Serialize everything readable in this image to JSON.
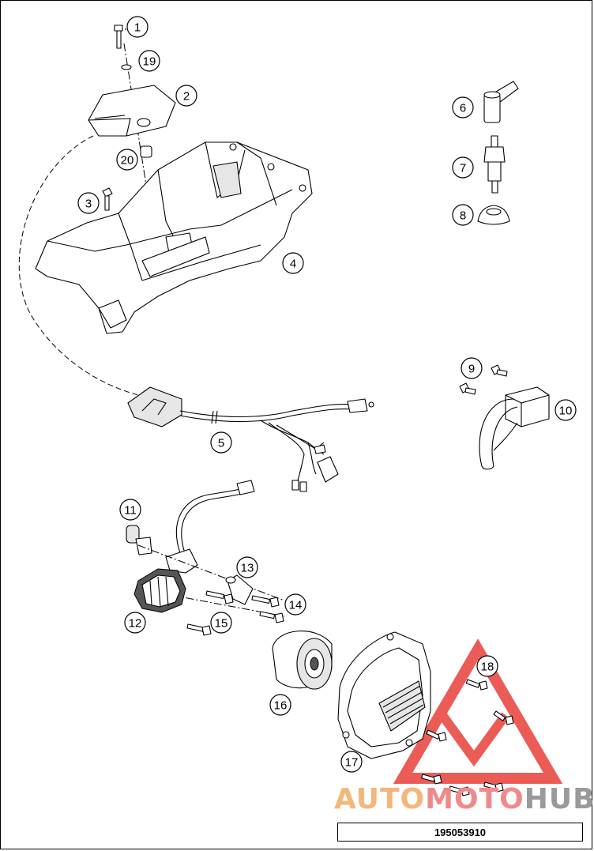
{
  "diagram": {
    "callouts": [
      {
        "id": "c1",
        "label": "1"
      },
      {
        "id": "c2",
        "label": "2"
      },
      {
        "id": "c3",
        "label": "3"
      },
      {
        "id": "c4",
        "label": "4"
      },
      {
        "id": "c5",
        "label": "5"
      },
      {
        "id": "c6",
        "label": "6"
      },
      {
        "id": "c7",
        "label": "7"
      },
      {
        "id": "c8",
        "label": "8"
      },
      {
        "id": "c9",
        "label": "9"
      },
      {
        "id": "c10",
        "label": "10"
      },
      {
        "id": "c11",
        "label": "11"
      },
      {
        "id": "c12",
        "label": "12"
      },
      {
        "id": "c13",
        "label": "13"
      },
      {
        "id": "c14",
        "label": "14"
      },
      {
        "id": "c15",
        "label": "15"
      },
      {
        "id": "c16",
        "label": "16"
      },
      {
        "id": "c17",
        "label": "17"
      },
      {
        "id": "c18",
        "label": "18"
      },
      {
        "id": "c19",
        "label": "19"
      },
      {
        "id": "c20",
        "label": "20"
      }
    ],
    "reference_number": "195053910"
  },
  "watermark": {
    "part1": "AUTO",
    "part2": "MOTO",
    "part3": "HUB",
    "color1": "#f4b67a",
    "color2": "#f08a8a",
    "color3": "#9a9a9a",
    "logo_color": "#e8403a"
  }
}
